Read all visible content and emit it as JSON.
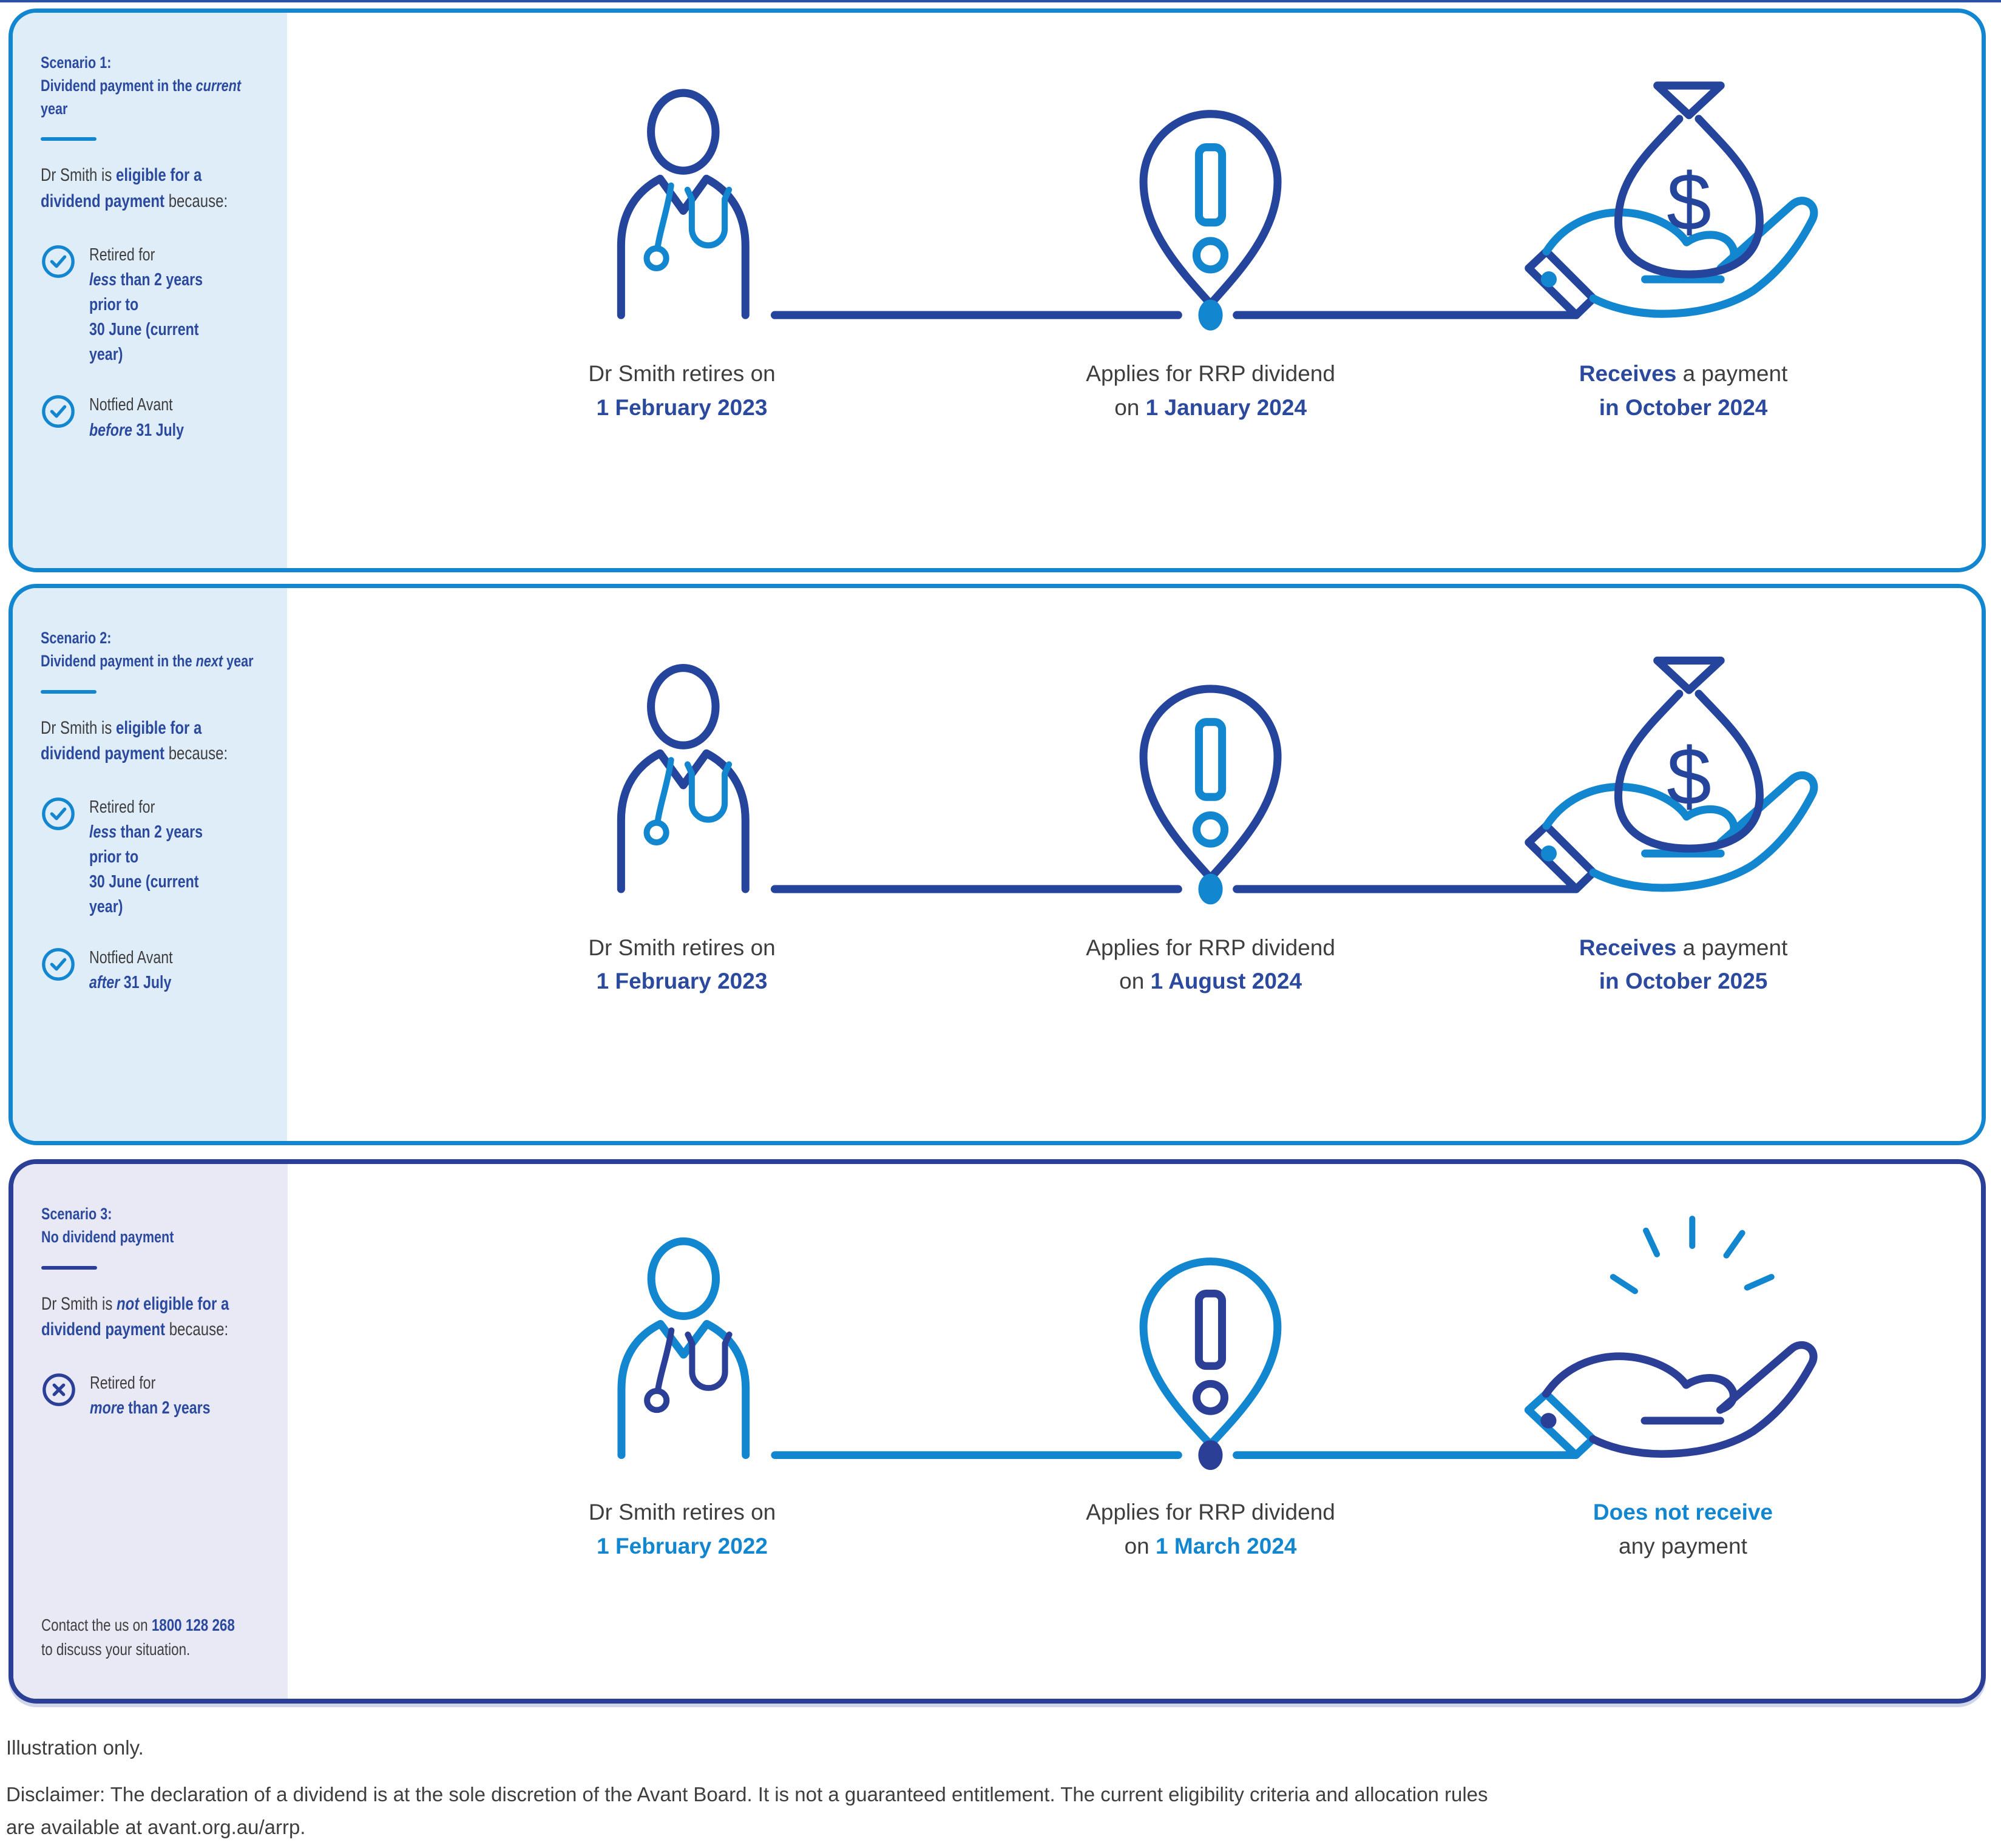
{
  "page": {
    "footnote": "Illustration only.",
    "disclaimer": "Disclaimer: The declaration of a dividend is at the sole discretion of the Avant Board. It is not a guaranteed entitlement. The current eligibility criteria and allocation rules\nare available at avant.org.au/arrp."
  },
  "cards": [
    {
      "id": "scenario-1",
      "colors": {
        "c1": "#24459B",
        "c2": "#1386D0",
        "panel": "#DFEDF8",
        "border": "#1386D0"
      },
      "heading": [
        {
          "t": "Scenario 1:\nDividend payment in the ",
          "c": "b"
        },
        {
          "t": "current",
          "c": "bi"
        },
        {
          "t": " year",
          "c": "b"
        }
      ],
      "intro": [
        {
          "t": "Dr Smith is ",
          "c": "g"
        },
        {
          "t": "eligible for a\ndividend payment",
          "c": "b"
        },
        {
          "t": " because:",
          "c": "g"
        }
      ],
      "bullets": [
        {
          "icon": "check",
          "segs": [
            {
              "t": "Retired for\n",
              "c": "g"
            },
            {
              "t": "less",
              "c": "bi"
            },
            {
              "t": " than 2 years prior to\n30 June (current year)",
              "c": "b"
            }
          ]
        },
        {
          "icon": "check",
          "segs": [
            {
              "t": "Notfied Avant\n",
              "c": "g"
            },
            {
              "t": "before",
              "c": "bi"
            },
            {
              "t": " 31 July",
              "c": "b"
            }
          ]
        }
      ],
      "timeline": [
        {
          "icon": "doctor",
          "label": [
            {
              "t": "Dr Smith retires on\n",
              "c": "g"
            },
            {
              "t": "1 February 2023",
              "c": "b"
            }
          ]
        },
        {
          "icon": "location-pin-exclamation",
          "label": [
            {
              "t": "Applies for RRP dividend\non ",
              "c": "g"
            },
            {
              "t": "1 January 2024",
              "c": "b"
            }
          ]
        },
        {
          "icon": "money-bag-in-hand",
          "label": [
            {
              "t": "Receives",
              "c": "b"
            },
            {
              "t": " a payment\n",
              "c": "g"
            },
            {
              "t": "in October 2024",
              "c": "b"
            }
          ]
        }
      ]
    },
    {
      "id": "scenario-2",
      "colors": {
        "c1": "#24459B",
        "c2": "#1386D0",
        "panel": "#DFEDF8",
        "border": "#1386D0"
      },
      "heading": [
        {
          "t": "Scenario 2:\nDividend payment in the ",
          "c": "b"
        },
        {
          "t": "next",
          "c": "bi"
        },
        {
          "t": " year",
          "c": "b"
        }
      ],
      "intro": [
        {
          "t": "Dr Smith is ",
          "c": "g"
        },
        {
          "t": "eligible for a\ndividend payment",
          "c": "b"
        },
        {
          "t": " because:",
          "c": "g"
        }
      ],
      "bullets": [
        {
          "icon": "check",
          "segs": [
            {
              "t": "Retired for\n",
              "c": "g"
            },
            {
              "t": "less",
              "c": "bi"
            },
            {
              "t": " than 2 years prior to\n30 June (current year)",
              "c": "b"
            }
          ]
        },
        {
          "icon": "check",
          "segs": [
            {
              "t": "Notfied Avant\n",
              "c": "g"
            },
            {
              "t": "after",
              "c": "bi"
            },
            {
              "t": " 31 July",
              "c": "b"
            }
          ]
        }
      ],
      "timeline": [
        {
          "icon": "doctor",
          "label": [
            {
              "t": "Dr Smith retires on\n",
              "c": "g"
            },
            {
              "t": "1 February 2023",
              "c": "b"
            }
          ]
        },
        {
          "icon": "location-pin-exclamation",
          "label": [
            {
              "t": "Applies for RRP dividend\non ",
              "c": "g"
            },
            {
              "t": "1 August 2024",
              "c": "b"
            }
          ]
        },
        {
          "icon": "money-bag-in-hand",
          "label": [
            {
              "t": "Receives",
              "c": "b"
            },
            {
              "t": " a payment\n",
              "c": "g"
            },
            {
              "t": "in October 2025",
              "c": "b"
            }
          ]
        }
      ]
    },
    {
      "id": "scenario-3",
      "colors": {
        "c1": "#1386D0",
        "c2": "#2B3F97",
        "panel": "#E8E9F4",
        "border": "#2B3F97"
      },
      "heading": [
        {
          "t": "Scenario 3:\nNo dividend payment",
          "c": "b"
        }
      ],
      "intro": [
        {
          "t": "Dr Smith is ",
          "c": "g"
        },
        {
          "t": "not",
          "c": "bi"
        },
        {
          "t": " eligible for a\ndividend payment",
          "c": "b"
        },
        {
          "t": " because:",
          "c": "g"
        }
      ],
      "bullets": [
        {
          "icon": "cross",
          "segs": [
            {
              "t": "Retired for\n",
              "c": "g"
            },
            {
              "t": "more",
              "c": "bi"
            },
            {
              "t": " than 2 years",
              "c": "b"
            }
          ]
        }
      ],
      "contact": [
        {
          "t": "Contact the us on ",
          "c": "g"
        },
        {
          "t": "1800 128 268",
          "c": "b"
        },
        {
          "t": "\nto discuss your situation.",
          "c": "g"
        }
      ],
      "timeline": [
        {
          "icon": "doctor",
          "label": [
            {
              "t": "Dr Smith retires on\n",
              "c": "g"
            },
            {
              "t": "1 February 2022",
              "c": "lb"
            }
          ]
        },
        {
          "icon": "location-pin-exclamation",
          "label": [
            {
              "t": "Applies for RRP dividend\non ",
              "c": "g"
            },
            {
              "t": "1 March 2024",
              "c": "lb"
            }
          ]
        },
        {
          "icon": "empty-hand-sparkle",
          "label": [
            {
              "t": "Does not receive",
              "c": "lb"
            },
            {
              "t": "\nany payment",
              "c": "g"
            }
          ]
        }
      ]
    }
  ]
}
